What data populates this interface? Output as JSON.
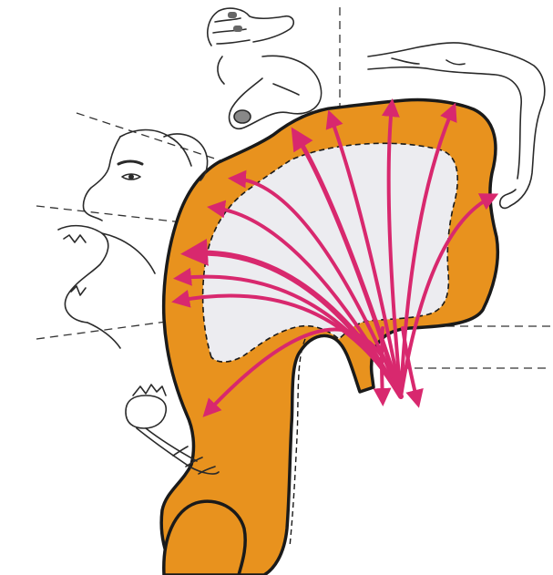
{
  "colors": {
    "cortex": "#e8921e",
    "white_matter": "#ececf0",
    "fibers": "#d8286e",
    "outline": "#1a1a1a",
    "sketch": "#2a2a2a",
    "guide_lines": "#333333"
  },
  "diagram": {
    "labels_visible": false,
    "body_regions_depicted": [
      "hand",
      "thumb",
      "leg",
      "face",
      "mouth",
      "throat"
    ],
    "fiber_count": 13
  }
}
